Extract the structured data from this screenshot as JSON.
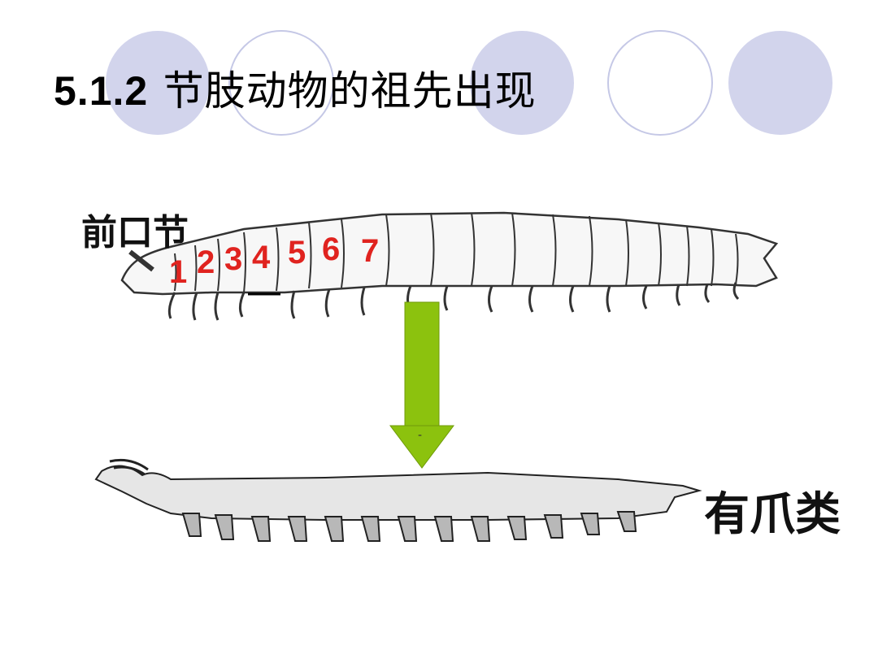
{
  "slide": {
    "title_number": "5.1.2",
    "title_text": "节肢动物的祖先出现",
    "label_top": "前口节",
    "label_bottom": "有爪类",
    "segment_numbers": [
      "1",
      "2",
      "3",
      "4",
      "5",
      "6",
      "7"
    ],
    "arrow_mark": "-"
  },
  "colors": {
    "circle_fill": "#d2d4ec",
    "circle_outline": "#c5c8e6",
    "arrow": "#8cc20e",
    "segment_numbers": "#e0231f"
  },
  "icons": {
    "worm_top": "segmented-worm-illustration",
    "worm_bottom": "onychophoran-illustration",
    "arrow": "down-arrow-icon"
  }
}
